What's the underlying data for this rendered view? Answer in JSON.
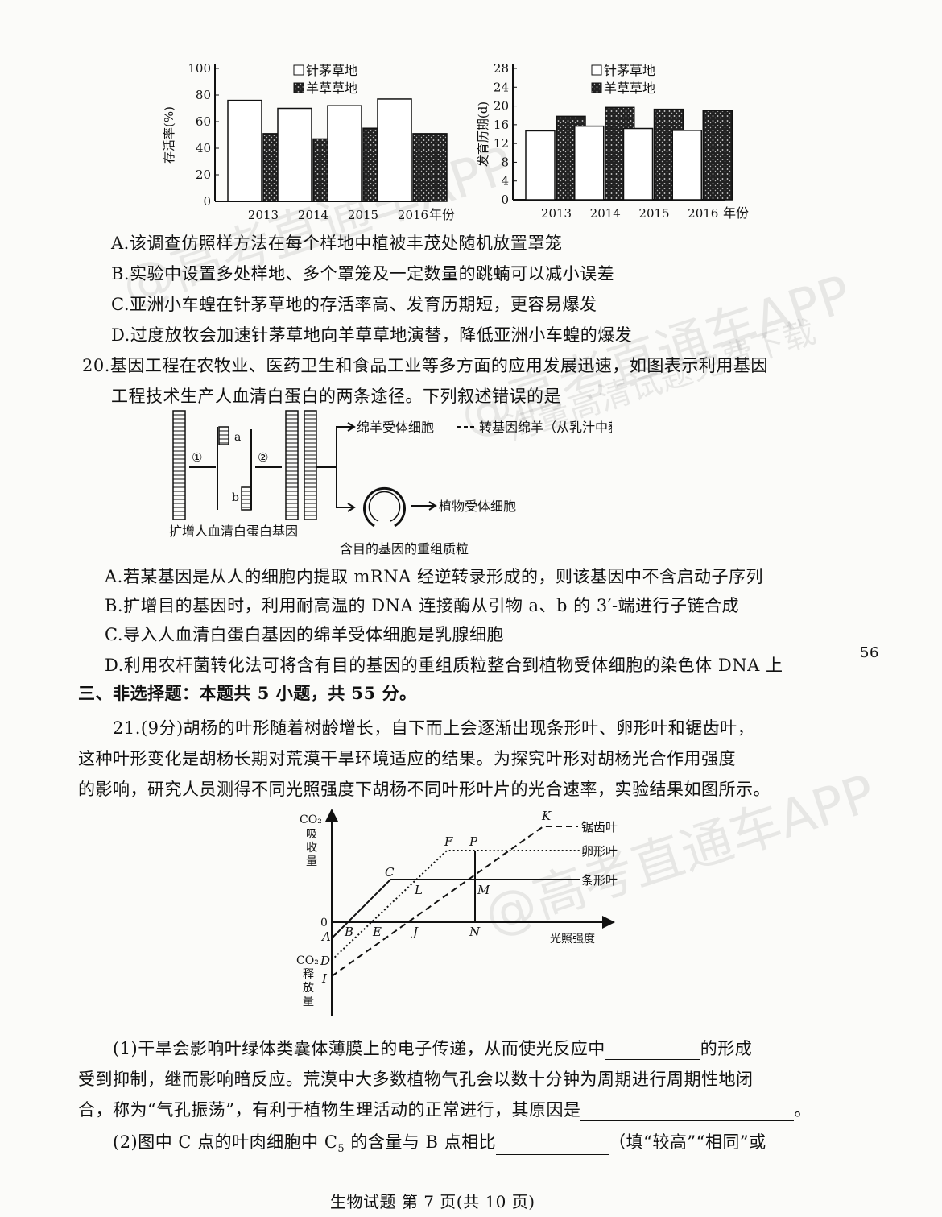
{
  "chart_data": [
    {
      "type": "bar",
      "title": "",
      "ylabel": "存活率(%)",
      "xlabel": "年份",
      "ylim": [
        0,
        100
      ],
      "yticks": [
        0,
        20,
        40,
        60,
        80,
        100
      ],
      "categories": [
        "2013",
        "2014",
        "2015",
        "2016"
      ],
      "series": [
        {
          "name": "针茅草地",
          "values": [
            76,
            70,
            72,
            77
          ]
        },
        {
          "name": "羊草草地",
          "values": [
            51,
            47,
            55,
            51
          ]
        }
      ],
      "legend": "top-center"
    },
    {
      "type": "bar",
      "title": "",
      "ylabel": "发育历期(d)",
      "xlabel": "年份",
      "ylim": [
        0,
        28
      ],
      "yticks": [
        0,
        4,
        8,
        12,
        16,
        20,
        24,
        28
      ],
      "categories": [
        "2013",
        "2014",
        "2015",
        "2016"
      ],
      "series": [
        {
          "name": "针茅草地",
          "values": [
            14.7,
            15.7,
            15.2,
            14.8
          ]
        },
        {
          "name": "羊草草地",
          "values": [
            17.8,
            19.7,
            19.3,
            19.0
          ]
        }
      ],
      "legend": "top-center"
    }
  ],
  "q19": {
    "a": "A.该调查仿照样方法在每个样地中植被丰茂处随机放置罩笼",
    "b": "B.实验中设置多处样地、多个罩笼及一定数量的跳蝻可以减小误差",
    "c": "C.亚洲小车蝗在针茅草地的存活率高、发育历期短，更容易爆发",
    "d": "D.过度放牧会加速针茅草地向羊草草地演替，降低亚洲小车蝗的爆发"
  },
  "q20": {
    "stem1": "20.基因工程在农牧业、医药卫生和食品工业等多方面的应用发展迅速，如图表示利用基因",
    "stem2": "工程技术生产人血清白蛋白的两条途径。下列叙述错误的是",
    "diagram": {
      "step1": "①",
      "step2": "②",
      "a": "a",
      "b": "b",
      "gene_label": "扩增人血清白蛋白基因",
      "sheep_cell": "绵羊受体细胞",
      "transgenic": "转基因绵羊（从乳汁中获得人血清白蛋白）",
      "plasmid_label": "含目的基因的重组质粒",
      "plant_cell": "植物受体细胞"
    },
    "a": "A.若某基因是从人的细胞内提取 mRNA 经逆转录形成的，则该基因中不含启动子序列",
    "b": "B.扩增目的基因时，利用耐高温的 DNA 连接酶从引物 a、b 的 3′-端进行子链合成",
    "c": "C.导入人血清白蛋白基因的绵羊受体细胞是乳腺细胞",
    "d": "D.利用农杆菌转化法可将含有目的基因的重组质粒整合到植物受体细胞的染色体 DNA 上"
  },
  "section3": "三、非选择题：本题共 5 小题，共 55 分。",
  "q21": {
    "l1": "21.(9分)胡杨的叶形随着树龄增长，自下而上会逐渐出现条形叶、卵形叶和锯齿叶，",
    "l2": "这种叶形变化是胡杨长期对荒漠干旱环境适应的结果。为探究叶形对胡杨光合作用强度",
    "l3": "的影响，研究人员测得不同光照强度下胡杨不同叶形叶片的光合速率，实验结果如图所示。",
    "graph": {
      "y_up": [
        "CO₂",
        "吸",
        "收",
        "量"
      ],
      "y_down": [
        "CO₂",
        "释",
        "放",
        "量"
      ],
      "x": "光照强度",
      "origin": "0",
      "points": {
        "A": "A",
        "B": "B",
        "C": "C",
        "D": "D",
        "E": "E",
        "F": "F",
        "I": "I",
        "J": "J",
        "K": "K",
        "L": "L",
        "M": "M",
        "N": "N",
        "P": "P"
      },
      "series": [
        "锯齿叶",
        "卵形叶",
        "条形叶"
      ]
    },
    "p1a": "(1)干旱会影响叶绿体类囊体薄膜上的电子传递，从而使光反应中",
    "p1b": "的形成",
    "p1c": "受到抑制，继而影响暗反应。荒漠中大多数植物气孔会以数十分钟为周期进行周期性地闭",
    "p1d": "合，称为“气孔振荡”，有利于植物生理活动的正常进行，其原因是",
    "p1e": "。",
    "p2a": "(2)图中 C 点的叶肉细胞中 C",
    "p2sub": "5",
    "p2b": " 的含量与 B 点相比",
    "p2c": "（填“较高”“相同”或"
  },
  "footer": "生物试题 第 7 页(共 10 页)",
  "margin_note": "56",
  "watermark": [
    "@高考直通车APP",
    "海量高清试题免费下载"
  ]
}
